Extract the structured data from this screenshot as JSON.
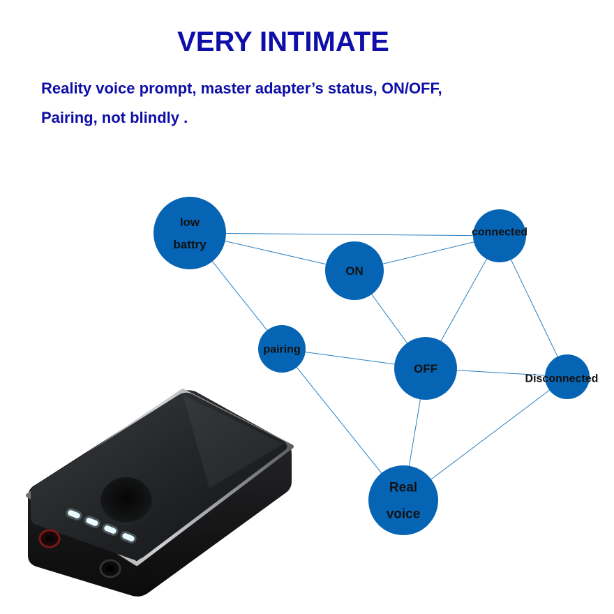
{
  "header": {
    "title": "VERY INTIMATE",
    "subtitle_line1": "Reality voice prompt, master adapter’s status, ON/OFF,",
    "subtitle_line2": "Pairing, not blindly ."
  },
  "colors": {
    "heading": "#0e0ea8",
    "node_fill": "#0664b4",
    "edge": "#2a7fc0"
  },
  "nodes": [
    {
      "id": "low-battery",
      "lines": [
        "low",
        "battry"
      ]
    },
    {
      "id": "connected",
      "lines": [
        "connected"
      ]
    },
    {
      "id": "on",
      "lines": [
        "ON"
      ]
    },
    {
      "id": "pairing",
      "lines": [
        "pairing"
      ]
    },
    {
      "id": "off",
      "lines": [
        "OFF"
      ]
    },
    {
      "id": "disconnected",
      "lines": [
        "Disconnected"
      ]
    },
    {
      "id": "real-voice",
      "lines": [
        "Real",
        "voice"
      ]
    }
  ],
  "edges": [
    [
      "low-battery",
      "connected"
    ],
    [
      "low-battery",
      "on"
    ],
    [
      "low-battery",
      "pairing"
    ],
    [
      "on",
      "connected"
    ],
    [
      "on",
      "off"
    ],
    [
      "connected",
      "off"
    ],
    [
      "connected",
      "disconnected"
    ],
    [
      "pairing",
      "off"
    ],
    [
      "pairing",
      "real-voice"
    ],
    [
      "off",
      "disconnected"
    ],
    [
      "off",
      "real-voice"
    ],
    [
      "real-voice",
      "disconnected"
    ]
  ],
  "device": {
    "led_count": 4,
    "icon": "bluetooth-adapter-device"
  }
}
